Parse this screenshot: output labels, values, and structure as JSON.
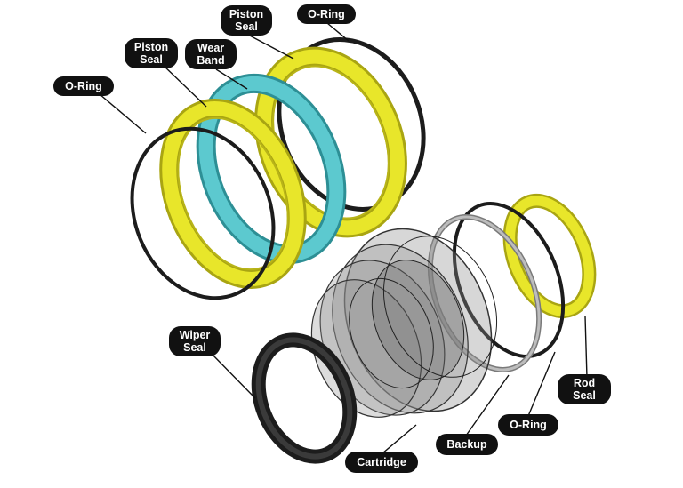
{
  "title": "",
  "colors": {
    "piston_seal_yellow": "#e8e62a",
    "piston_seal_yellow_dark": "#a9a512",
    "wear_band_cyan": "#5cc9cf",
    "wear_band_cyan_dark": "#2d8f95",
    "oring_black": "#1c1c1c",
    "cartridge_gray": "#8c8c8c",
    "backup_gray": "#9a9a9a",
    "label_bg": "#111111",
    "label_text": "#ffffff"
  },
  "labels": {
    "piston_seal_top": [
      "Piston",
      "Seal"
    ],
    "oring_top": [
      "O-Ring"
    ],
    "piston_seal_left": [
      "Piston",
      "Seal"
    ],
    "wear_band": [
      "Wear",
      "Band"
    ],
    "oring_left": [
      "O-Ring"
    ],
    "wiper_seal": [
      "Wiper",
      "Seal"
    ],
    "cartridge": [
      "Cartridge"
    ],
    "backup": [
      "Backup"
    ],
    "oring_bottom": [
      "O-Ring"
    ],
    "rod_seal": [
      "Rod",
      "Seal"
    ]
  }
}
